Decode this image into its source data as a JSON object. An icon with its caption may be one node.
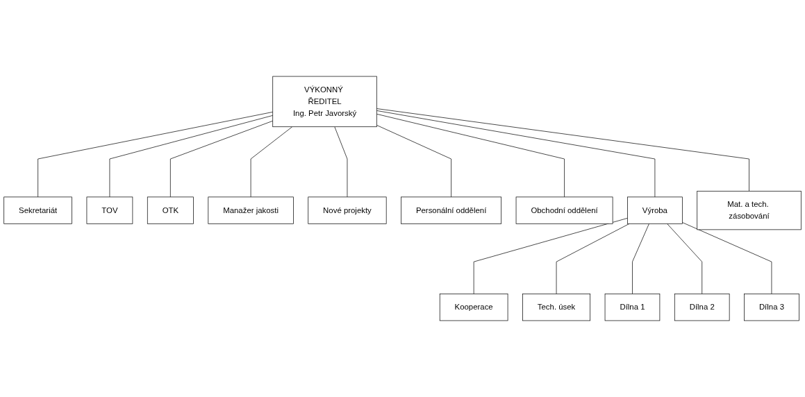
{
  "diagram": {
    "nodes": [
      {
        "text": [
          "VÝKONNÝ ŘEDITEL",
          "Ing. Petr Javorský"
        ]
      },
      {
        "text": [
          "Sekretariát"
        ]
      },
      {
        "text": [
          "TOV"
        ]
      },
      {
        "text": [
          "OTK"
        ]
      },
      {
        "text": [
          "Manažer jakosti"
        ]
      },
      {
        "text": [
          "Nové projekty"
        ]
      },
      {
        "text": [
          "Personální oddělení"
        ]
      },
      {
        "text": [
          "Obchodní oddělení"
        ]
      },
      {
        "text": [
          "Výroba"
        ]
      },
      {
        "text": [
          "Mat. a tech. zásobování"
        ]
      },
      {
        "text": [
          "Kooperace"
        ]
      },
      {
        "text": [
          "Tech. úsek"
        ]
      },
      {
        "text": [
          "Dílna 1"
        ]
      },
      {
        "text": [
          "Dílna 2"
        ]
      },
      {
        "text": [
          "Dílna 3"
        ]
      }
    ],
    "edges": [
      {
        "from": 0,
        "to": 1,
        "arrow": "none"
      },
      {
        "from": 0,
        "to": 2,
        "arrow": "none"
      },
      {
        "from": 0,
        "to": 3,
        "arrow": "none"
      },
      {
        "from": 0,
        "to": 4,
        "arrow": "none"
      },
      {
        "from": 0,
        "to": 5,
        "arrow": "none"
      },
      {
        "from": 0,
        "to": 6,
        "arrow": "none"
      },
      {
        "from": 0,
        "to": 7,
        "arrow": "none"
      },
      {
        "from": 0,
        "to": 8,
        "arrow": "none"
      },
      {
        "from": 0,
        "to": 9,
        "arrow": "none"
      },
      {
        "from": 8,
        "to": 10,
        "arrow": "none"
      },
      {
        "from": 8,
        "to": 11,
        "arrow": "none"
      },
      {
        "from": 8,
        "to": 12,
        "arrow": "none"
      },
      {
        "from": 8,
        "to": 13,
        "arrow": "none"
      },
      {
        "from": 8,
        "to": 14,
        "arrow": "none"
      }
    ]
  }
}
